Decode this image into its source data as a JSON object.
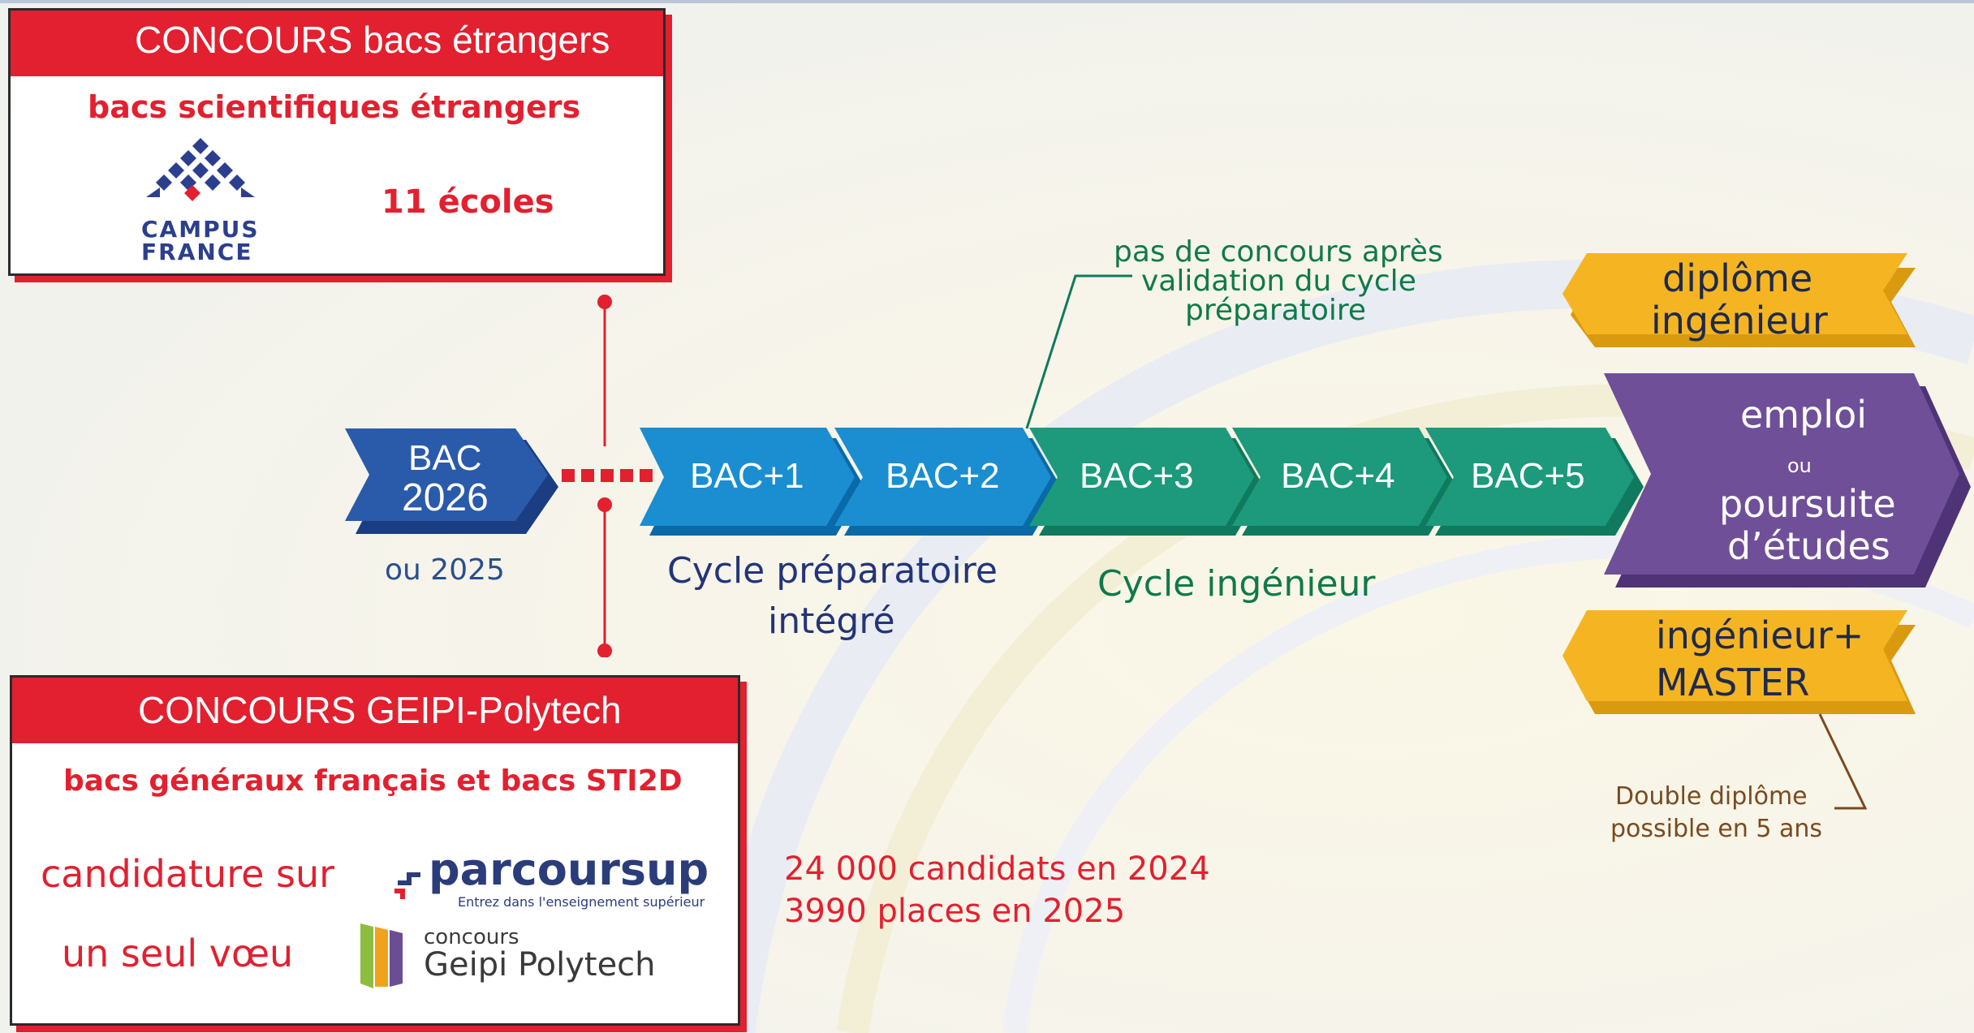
{
  "concours_etrangers": {
    "title": "CONCOURS bacs étrangers",
    "subtitle": "bacs scientifiques étrangers",
    "logo_text_1": "CAMPUS",
    "logo_text_2": "FRANCE",
    "ecoles": "11 écoles"
  },
  "concours_geipi": {
    "title": "CONCOURS GEIPI-Polytech",
    "subtitle": "bacs généraux français et bacs STI2D",
    "candidature_line1": "candidature sur",
    "candidature_line2": "un seul vœu",
    "parcoursup_logo": "parcoursup",
    "parcoursup_tagline": "Entrez dans l'enseignement supérieur",
    "geipi_logo_small": "concours",
    "geipi_logo_big": "Geipi Polytech"
  },
  "timeline": {
    "bac_line1": "BAC",
    "bac_line2": "2026",
    "bac_alt": "ou 2025",
    "steps": [
      "BAC+1",
      "BAC+2",
      "BAC+3",
      "BAC+4",
      "BAC+5"
    ],
    "cycle_prep_line1": "Cycle préparatoire",
    "cycle_prep_line2": "intégré",
    "cycle_ing": "Cycle ingénieur",
    "note_line1": "pas de concours après",
    "note_line2": "validation du cycle",
    "note_line3": "préparatoire"
  },
  "outcomes": {
    "diplome_line1": "diplôme",
    "diplome_line2": "ingénieur",
    "emploi": "emploi",
    "ou": "ou",
    "poursuite_line1": "poursuite",
    "poursuite_line2": "d’études",
    "master_line1": "ingénieur+",
    "master_line2": "MASTER",
    "double_line1": "Double diplôme",
    "double_line2": "possible en 5 ans"
  },
  "stats": {
    "line1": "24 000 candidats en 2024",
    "line2": "3990 places en 2025"
  },
  "colors": {
    "red": "#e2202f",
    "navy": "#244e9a",
    "blue": "#1a8ed1",
    "green": "#1c9a7b",
    "purple": "#6e4f98",
    "gold": "#f5b523"
  }
}
